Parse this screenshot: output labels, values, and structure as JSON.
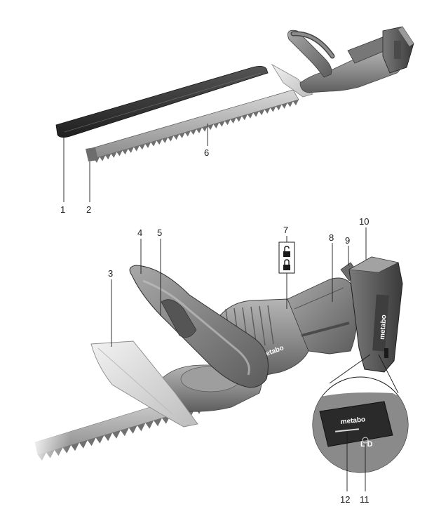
{
  "callouts": {
    "c1": "1",
    "c2": "2",
    "c3": "3",
    "c4": "4",
    "c5": "5",
    "c6": "6",
    "c7": "7",
    "c8": "8",
    "c9": "9",
    "c10": "10",
    "c11": "11",
    "c12": "12"
  },
  "brand": {
    "battery_logo": "metabo",
    "housing_logo": "metabo",
    "inset_logo": "metabo",
    "capacity_indicator_letters": "L D"
  },
  "icons": {
    "unlock": "unlocked-padlock-icon",
    "lock": "locked-padlock-icon"
  },
  "colors": {
    "tool_body": "#8e8e8e",
    "tool_dark": "#5a5a5a",
    "tool_light": "#c9c9c9",
    "guard": "#dcdcdc",
    "line": "#1a1a1a"
  }
}
